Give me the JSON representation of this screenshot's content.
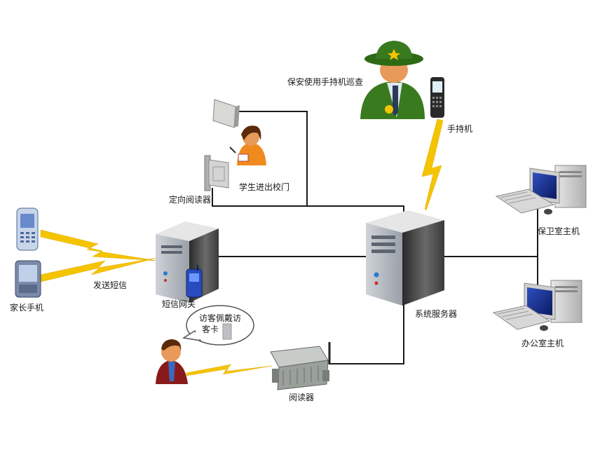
{
  "labels": {
    "guard_patrol": "保安使用手持机巡查",
    "handheld": "手持机",
    "directional_reader": "定向阅读器",
    "student_gate": "学生进出校门",
    "security_host": "保卫室主机",
    "office_host": "办公室主机",
    "send_sms": "发送短信",
    "parent_phone": "家长手机",
    "sms_gateway": "短信网关",
    "system_server": "系统服务器",
    "visitor_card_line1": "访客佩戴访",
    "visitor_card_line2": "客卡",
    "reader": "阅读器"
  },
  "colors": {
    "wire": "#1a1a1a",
    "lightning": "#f5c400",
    "server_body": "#4a4a4a",
    "screen_blue": "#1f3fa0",
    "guard_green": "#3a7a1e",
    "skin": "#e89a5a",
    "visitor_suit": "#8a1a1a"
  },
  "icons": [
    "server-icon",
    "computer-icon",
    "phone-icon",
    "handheld-icon",
    "reader-icon",
    "antenna-reader-icon",
    "person-icon",
    "guard-icon"
  ]
}
